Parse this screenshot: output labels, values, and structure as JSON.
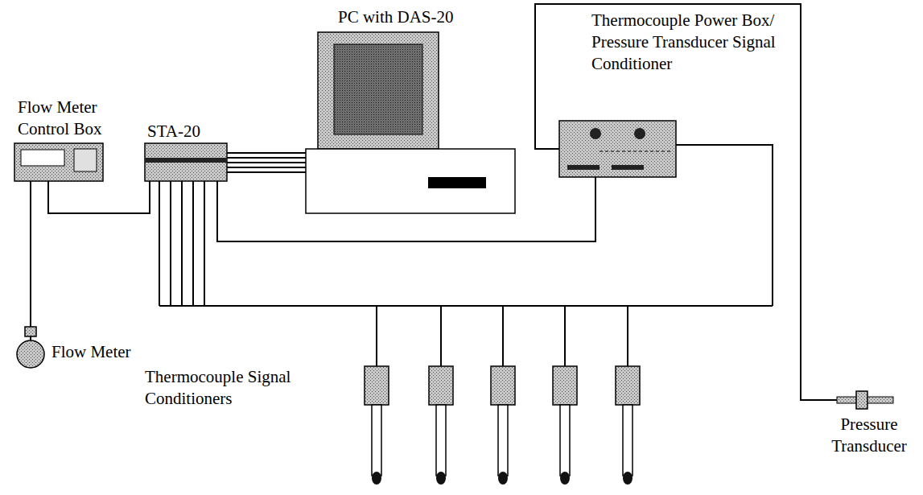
{
  "diagram": {
    "nodes": [
      {
        "text": [
          "PC with DAS-20"
        ]
      },
      {
        "text": [
          "STA-20"
        ]
      },
      {
        "text": [
          "Flow Meter Control Box"
        ]
      },
      {
        "text": [
          "Flow Meter"
        ]
      },
      {
        "text": [
          "Thermocouple Power Box/ Pressure Transducer Signal Conditioner"
        ]
      },
      {
        "text": [
          "Pressure Transducer"
        ]
      }
    ],
    "edges": [
      {
        "from": 1,
        "to": 0,
        "arrow": "none"
      },
      {
        "from": 2,
        "to": 1,
        "arrow": "none"
      },
      {
        "from": 2,
        "to": 3,
        "arrow": "none"
      },
      {
        "from": 1,
        "to": 4,
        "arrow": "none"
      },
      {
        "from": 4,
        "to": 5,
        "arrow": "none"
      }
    ],
    "labels": [
      "Thermocouple Signal Conditioners"
    ]
  }
}
